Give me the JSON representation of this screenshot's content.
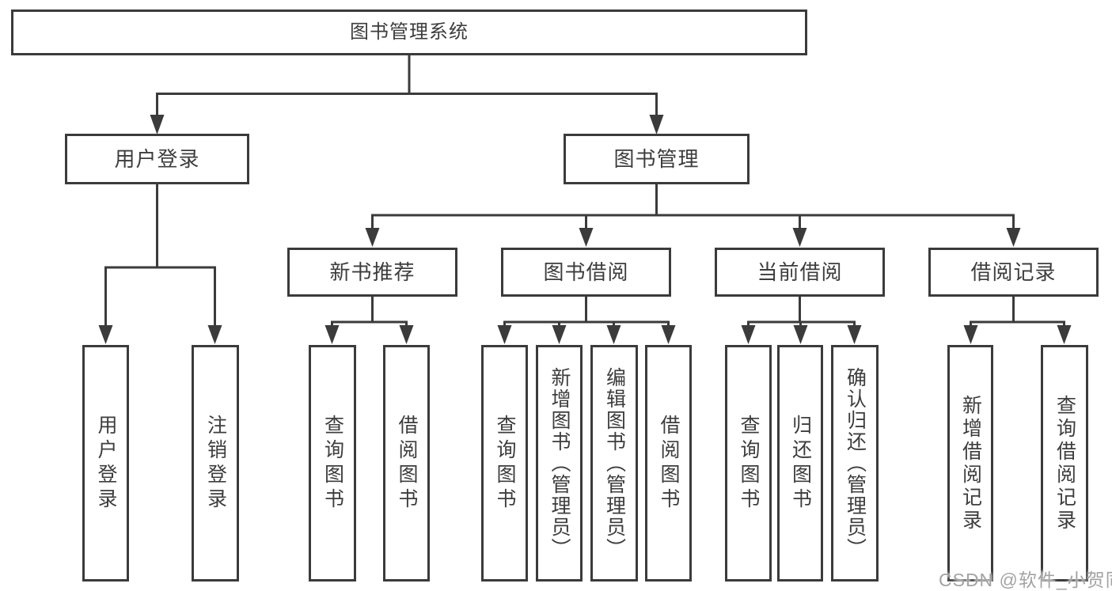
{
  "diagram": {
    "title": "图书管理系统",
    "level2": {
      "user_login": "用户登录",
      "book_mgmt": "图书管理"
    },
    "level3": {
      "new_book_rec": "新书推荐",
      "book_borrow": "图书借阅",
      "current_borrow": "当前借阅",
      "borrow_record": "借阅记录"
    },
    "leaves": {
      "user_login": "用户登录",
      "logout": "注销登录",
      "nb_query_book": "查询图书",
      "nb_borrow_book": "借阅图书",
      "bb_query_book": "查询图书",
      "bb_add_book": "新增图书（管理员）",
      "bb_edit_book": "编辑图书（管理员）",
      "bb_borrow_book": "借阅图书",
      "cb_query_book": "查询图书",
      "cb_return_book": "归还图书",
      "cb_confirm_return": "确认归还（管理员）",
      "br_add_record": "新增借阅记录",
      "br_query_record": "查询借阅记录"
    },
    "colors": {
      "line": "#3b3b3b",
      "box_border": "#3b3b3b",
      "text": "#3d3d3d",
      "background": "#ffffff",
      "watermark": "#a3a3a3"
    }
  },
  "watermark": "CSDN @软件_小贺同学"
}
